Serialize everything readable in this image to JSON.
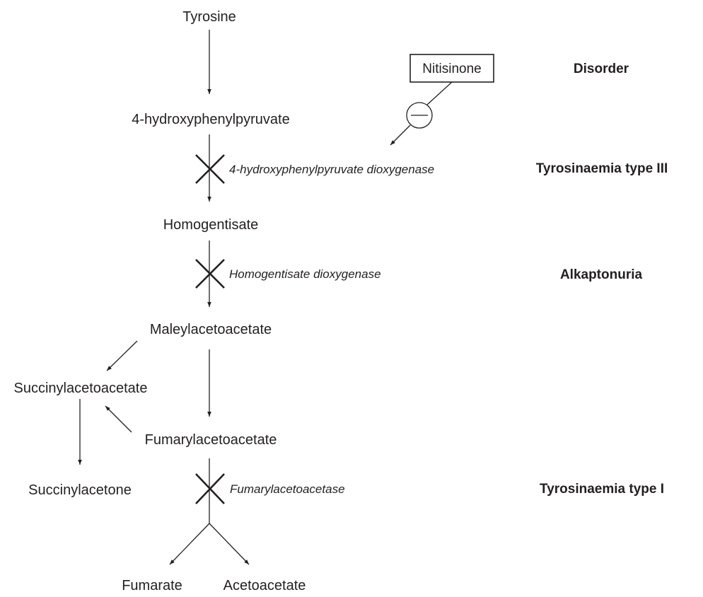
{
  "metabolites": {
    "tyrosine": "Tyrosine",
    "hpp": "4-hydroxyphenylpyruvate",
    "homogentisate": "Homogentisate",
    "maleylacetoacetate": "Maleylacetoacetate",
    "succinylacetoacetate": "Succinylacetoacetate",
    "fumarylacetoacetate": "Fumarylacetoacetate",
    "succinylacetone": "Succinylacetone",
    "fumarate": "Fumarate",
    "acetoacetate": "Acetoacetate"
  },
  "enzymes": {
    "hppd": "4-hydroxyphenylpyruvate dioxygenase",
    "hgd": "Homogentisate dioxygenase",
    "fah": "Fumarylacetoacetase"
  },
  "disorders": {
    "header": "Disorder",
    "tyrosinaemia_3": "Tyrosinaemia type III",
    "alkaptonuria": "Alkaptonuria",
    "tyrosinaemia_1": "Tyrosinaemia type I"
  },
  "inhibitor": {
    "name": "Nitisinone",
    "symbol": "minus-sign"
  }
}
